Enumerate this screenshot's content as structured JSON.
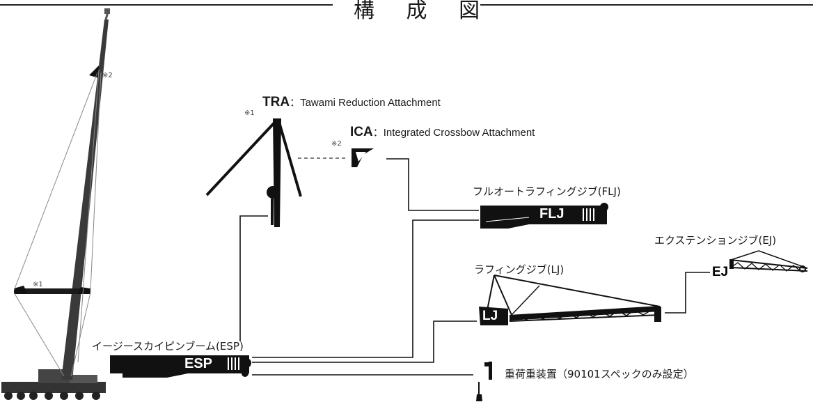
{
  "title": "構 成 図",
  "tra": {
    "abbr": "TRA",
    "desc": "：Tawami Reduction Attachment",
    "note": "※1"
  },
  "ica": {
    "abbr": "ICA",
    "desc": "：Integrated Crossbow Attachment",
    "note": "※2"
  },
  "crane_notes": {
    "top": "※2",
    "mid": "※1"
  },
  "components": {
    "flj": {
      "label": "フルオートラフィングジブ(FLJ)",
      "tag": "FLJ"
    },
    "lj": {
      "label": "ラフィングジブ(LJ)",
      "tag": "LJ"
    },
    "ej": {
      "label": "エクステンションジブ(EJ)",
      "tag": "EJ"
    },
    "esp": {
      "label": "イージースカイピンブーム(ESP)",
      "tag": "ESP"
    },
    "weight": {
      "label": "重荷重装置（90101スペックのみ設定）"
    }
  }
}
